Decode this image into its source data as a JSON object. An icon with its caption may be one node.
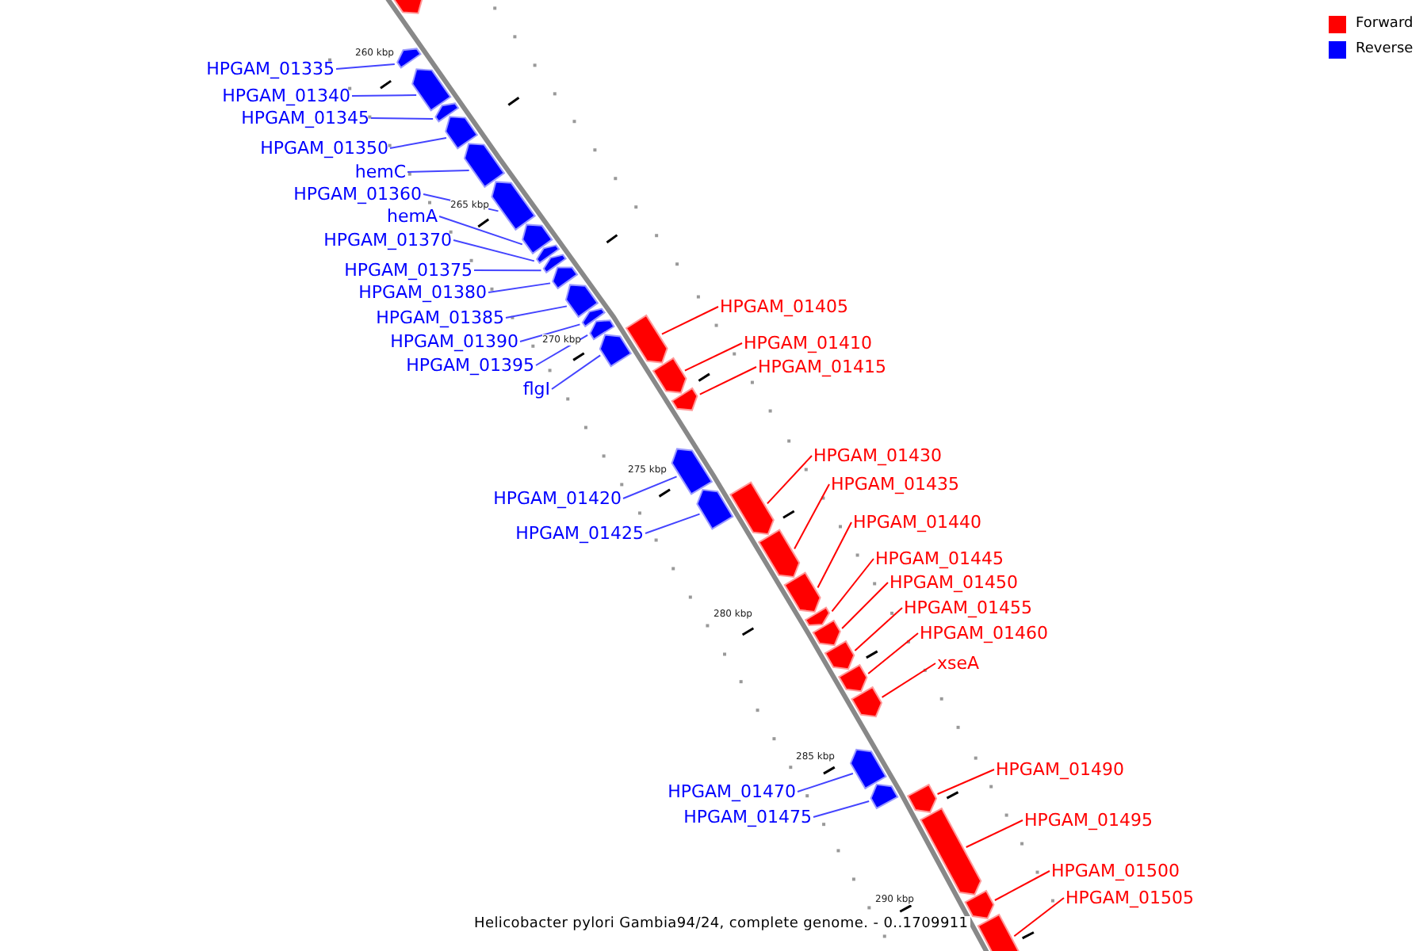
{
  "diagram": {
    "caption": "Helicobacter pylori Gambia94/24, complete genome. - 0..1709911",
    "nodes": [
      {
        "text": [],
        "shape": "arrow"
      },
      {
        "text": [
          "HPGAM_01335"
        ]
      },
      {
        "text": [],
        "shape": "arrow"
      },
      {
        "text": [
          "HPGAM_01340"
        ]
      },
      {
        "text": [],
        "shape": "arrow"
      },
      {
        "text": [
          "HPGAM_01345"
        ]
      },
      {
        "text": [],
        "shape": "arrow"
      },
      {
        "text": [
          "HPGAM_01350"
        ]
      },
      {
        "text": [],
        "shape": "arrow"
      },
      {
        "text": [
          "hemC"
        ]
      },
      {
        "text": [],
        "shape": "arrow"
      },
      {
        "text": [
          "HPGAM_01360"
        ]
      },
      {
        "text": [],
        "shape": "arrow"
      },
      {
        "text": [
          "hemA"
        ]
      },
      {
        "text": [],
        "shape": "arrow"
      },
      {
        "text": [
          "HPGAM_01370"
        ]
      },
      {
        "text": [],
        "shape": "arrow"
      },
      {
        "text": [
          "HPGAM_01375"
        ]
      },
      {
        "text": [],
        "shape": "arrow"
      },
      {
        "text": [
          "HPGAM_01380"
        ]
      },
      {
        "text": [],
        "shape": "arrow"
      },
      {
        "text": [
          "HPGAM_01385"
        ]
      },
      {
        "text": [],
        "shape": "arrow"
      },
      {
        "text": [
          "HPGAM_01390"
        ]
      },
      {
        "text": [],
        "shape": "arrow"
      },
      {
        "text": [
          "HPGAM_01395"
        ]
      },
      {
        "text": [],
        "shape": "arrow"
      },
      {
        "text": [
          "flgI"
        ]
      },
      {
        "text": [],
        "shape": "arrow"
      },
      {
        "text": [
          "HPGAM_01405"
        ]
      },
      {
        "text": [],
        "shape": "arrow"
      },
      {
        "text": [
          "HPGAM_01410"
        ]
      },
      {
        "text": [],
        "shape": "arrow"
      },
      {
        "text": [
          "HPGAM_01415"
        ]
      },
      {
        "text": [],
        "shape": "arrow"
      },
      {
        "text": [
          "HPGAM_01420"
        ]
      },
      {
        "text": [],
        "shape": "arrow"
      },
      {
        "text": [
          "HPGAM_01425"
        ]
      },
      {
        "text": [],
        "shape": "arrow"
      },
      {
        "text": [
          "HPGAM_01430"
        ]
      },
      {
        "text": [],
        "shape": "arrow"
      },
      {
        "text": [
          "HPGAM_01435"
        ]
      },
      {
        "text": [],
        "shape": "arrow"
      },
      {
        "text": [
          "HPGAM_01440"
        ]
      },
      {
        "text": [],
        "shape": "arrow"
      },
      {
        "text": [
          "HPGAM_01445"
        ]
      },
      {
        "text": [],
        "shape": "arrow"
      },
      {
        "text": [
          "HPGAM_01450"
        ]
      },
      {
        "text": [],
        "shape": "arrow"
      },
      {
        "text": [
          "HPGAM_01455"
        ]
      },
      {
        "text": [],
        "shape": "arrow"
      },
      {
        "text": [
          "HPGAM_01460"
        ]
      },
      {
        "text": [],
        "shape": "arrow"
      },
      {
        "text": [
          "xseA"
        ]
      },
      {
        "text": [],
        "shape": "arrow"
      },
      {
        "text": [
          "HPGAM_01470"
        ]
      },
      {
        "text": [],
        "shape": "arrow"
      },
      {
        "text": [
          "HPGAM_01475"
        ]
      },
      {
        "text": [],
        "shape": "arrow"
      },
      {
        "text": [
          "HPGAM_01490"
        ]
      },
      {
        "text": [],
        "shape": "arrow"
      },
      {
        "text": [
          "HPGAM_01495"
        ]
      },
      {
        "text": [],
        "shape": "arrow"
      },
      {
        "text": [
          "HPGAM_01500"
        ]
      },
      {
        "text": [],
        "shape": "arrow"
      },
      {
        "text": [
          "HPGAM_01505"
        ]
      },
      {
        "text": [],
        "shape": "arrow"
      }
    ],
    "edges": [
      {
        "from": 1,
        "to": 2,
        "arrow": "none"
      },
      {
        "from": 3,
        "to": 4,
        "arrow": "none"
      },
      {
        "from": 5,
        "to": 6,
        "arrow": "none"
      },
      {
        "from": 7,
        "to": 8,
        "arrow": "none"
      },
      {
        "from": 9,
        "to": 10,
        "arrow": "none"
      },
      {
        "from": 11,
        "to": 12,
        "arrow": "none"
      },
      {
        "from": 13,
        "to": 14,
        "arrow": "none"
      },
      {
        "from": 15,
        "to": 16,
        "arrow": "none"
      },
      {
        "from": 17,
        "to": 18,
        "arrow": "none"
      },
      {
        "from": 19,
        "to": 20,
        "arrow": "none"
      },
      {
        "from": 21,
        "to": 22,
        "arrow": "none"
      },
      {
        "from": 23,
        "to": 24,
        "arrow": "none"
      },
      {
        "from": 25,
        "to": 26,
        "arrow": "none"
      },
      {
        "from": 27,
        "to": 28,
        "arrow": "none"
      },
      {
        "from": 29,
        "to": 30,
        "arrow": "none",
        "color": "#ff0000"
      },
      {
        "from": 31,
        "to": 32,
        "arrow": "none",
        "color": "#ff0000"
      },
      {
        "from": 33,
        "to": 34,
        "arrow": "none",
        "color": "#ff0000"
      },
      {
        "from": 35,
        "to": 36,
        "arrow": "none"
      },
      {
        "from": 37,
        "to": 38,
        "arrow": "none"
      },
      {
        "from": 39,
        "to": 40,
        "arrow": "none",
        "color": "#ff0000"
      },
      {
        "from": 41,
        "to": 42,
        "arrow": "none",
        "color": "#ff0000"
      },
      {
        "from": 43,
        "to": 44,
        "arrow": "none",
        "color": "#ff0000"
      },
      {
        "from": 45,
        "to": 46,
        "arrow": "none",
        "color": "#ff0000"
      },
      {
        "from": 47,
        "to": 48,
        "arrow": "none",
        "color": "#ff0000"
      },
      {
        "from": 49,
        "to": 50,
        "arrow": "none",
        "color": "#ff0000"
      },
      {
        "from": 51,
        "to": 52,
        "arrow": "none",
        "color": "#ff0000"
      },
      {
        "from": 53,
        "to": 54,
        "arrow": "none",
        "color": "#ff0000"
      },
      {
        "from": 55,
        "to": 56,
        "arrow": "none"
      },
      {
        "from": 57,
        "to": 58,
        "arrow": "none"
      },
      {
        "from": 59,
        "to": 60,
        "arrow": "none",
        "color": "#ff0000"
      },
      {
        "from": 61,
        "to": 62,
        "arrow": "none",
        "color": "#ff0000"
      },
      {
        "from": 63,
        "to": 64,
        "arrow": "none",
        "color": "#ff0000"
      },
      {
        "from": 65,
        "to": 66,
        "arrow": "none",
        "color": "#ff0000"
      }
    ],
    "labels": [
      "260 kbp",
      "265 kbp",
      "270 kbp",
      "275 kbp",
      "280 kbp",
      "285 kbp",
      "290 kbp"
    ],
    "legend": [
      {
        "text": "Forward",
        "color": "#ff0000"
      },
      {
        "text": "Reverse",
        "color": "#0000ff"
      }
    ]
  }
}
